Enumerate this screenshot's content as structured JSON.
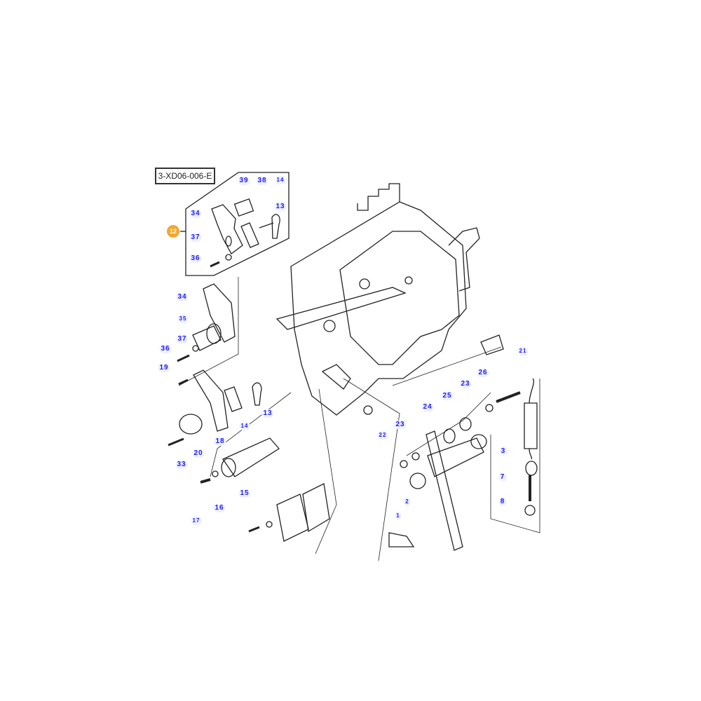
{
  "diagram_id": "3-XD06-006-E",
  "kit_badge": "12",
  "colors": {
    "label": "#1a1aff",
    "badge": "#f0a830",
    "line": "#222222"
  },
  "refs": [
    {
      "id": "r39",
      "text": "39"
    },
    {
      "id": "r38",
      "text": "38"
    },
    {
      "id": "r14a",
      "text": "14"
    },
    {
      "id": "r13a",
      "text": "13"
    },
    {
      "id": "r34a",
      "text": "34"
    },
    {
      "id": "r37a",
      "text": "37"
    },
    {
      "id": "r36a",
      "text": "36"
    },
    {
      "id": "r34b",
      "text": "34"
    },
    {
      "id": "r35",
      "text": "35"
    },
    {
      "id": "r37b",
      "text": "37"
    },
    {
      "id": "r36b",
      "text": "36"
    },
    {
      "id": "r19",
      "text": "19"
    },
    {
      "id": "r13b",
      "text": "13"
    },
    {
      "id": "r14b",
      "text": "14"
    },
    {
      "id": "r18",
      "text": "18"
    },
    {
      "id": "r20",
      "text": "20"
    },
    {
      "id": "r33",
      "text": "33"
    },
    {
      "id": "r15",
      "text": "15"
    },
    {
      "id": "r16",
      "text": "16"
    },
    {
      "id": "r17",
      "text": "17"
    },
    {
      "id": "r21",
      "text": "21"
    },
    {
      "id": "r26",
      "text": "26"
    },
    {
      "id": "r23a",
      "text": "23"
    },
    {
      "id": "r25",
      "text": "25"
    },
    {
      "id": "r24",
      "text": "24"
    },
    {
      "id": "r23b",
      "text": "23"
    },
    {
      "id": "r22",
      "text": "22"
    },
    {
      "id": "r3",
      "text": "3"
    },
    {
      "id": "r7",
      "text": "7"
    },
    {
      "id": "r2",
      "text": "2"
    },
    {
      "id": "r1",
      "text": "1"
    },
    {
      "id": "r8",
      "text": "8"
    }
  ]
}
